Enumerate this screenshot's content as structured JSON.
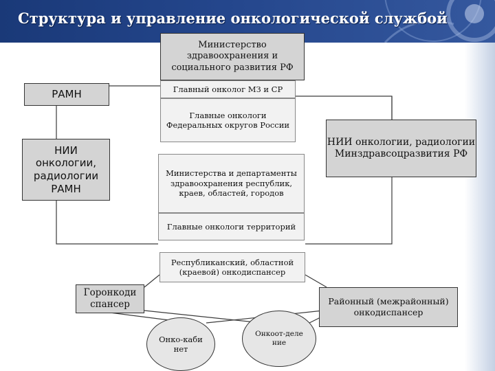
{
  "title": "Структура и управление онкологической службой",
  "nodes": {
    "ministry": "Министерство здравоохранения и социального развития РФ",
    "chief_oncologist": "Главный онколог МЗ и СР",
    "federal_oncologists": "Главные онкологи Федеральных округов России",
    "regional_ministries": "Министерства и департаменты здравоохранения республик, краев, областей, городов",
    "territory_oncologists": "Главные онкологи территорий",
    "regional_dispensary": "Республиканский, областной (краевой) онкодиспансер",
    "ramn": "РАМН",
    "nii_ramn": "НИИ онкологии, радиологии РАМН",
    "nii_minzdrav": "НИИ онкологии, радиологии Минздравсоцразвития РФ",
    "city_dispensary": "Горонкоди спансер",
    "district_dispensary": "Районный (межрайонный) онкодиспансер",
    "onco_cabinet": "Онко-кабинет",
    "onco_department": "Онкоот-деление"
  },
  "colors": {
    "header": "#1f3f85",
    "node_dark": "#d4d4d4",
    "node_light": "#f2f2f2",
    "connector": "#3a3a3a"
  }
}
